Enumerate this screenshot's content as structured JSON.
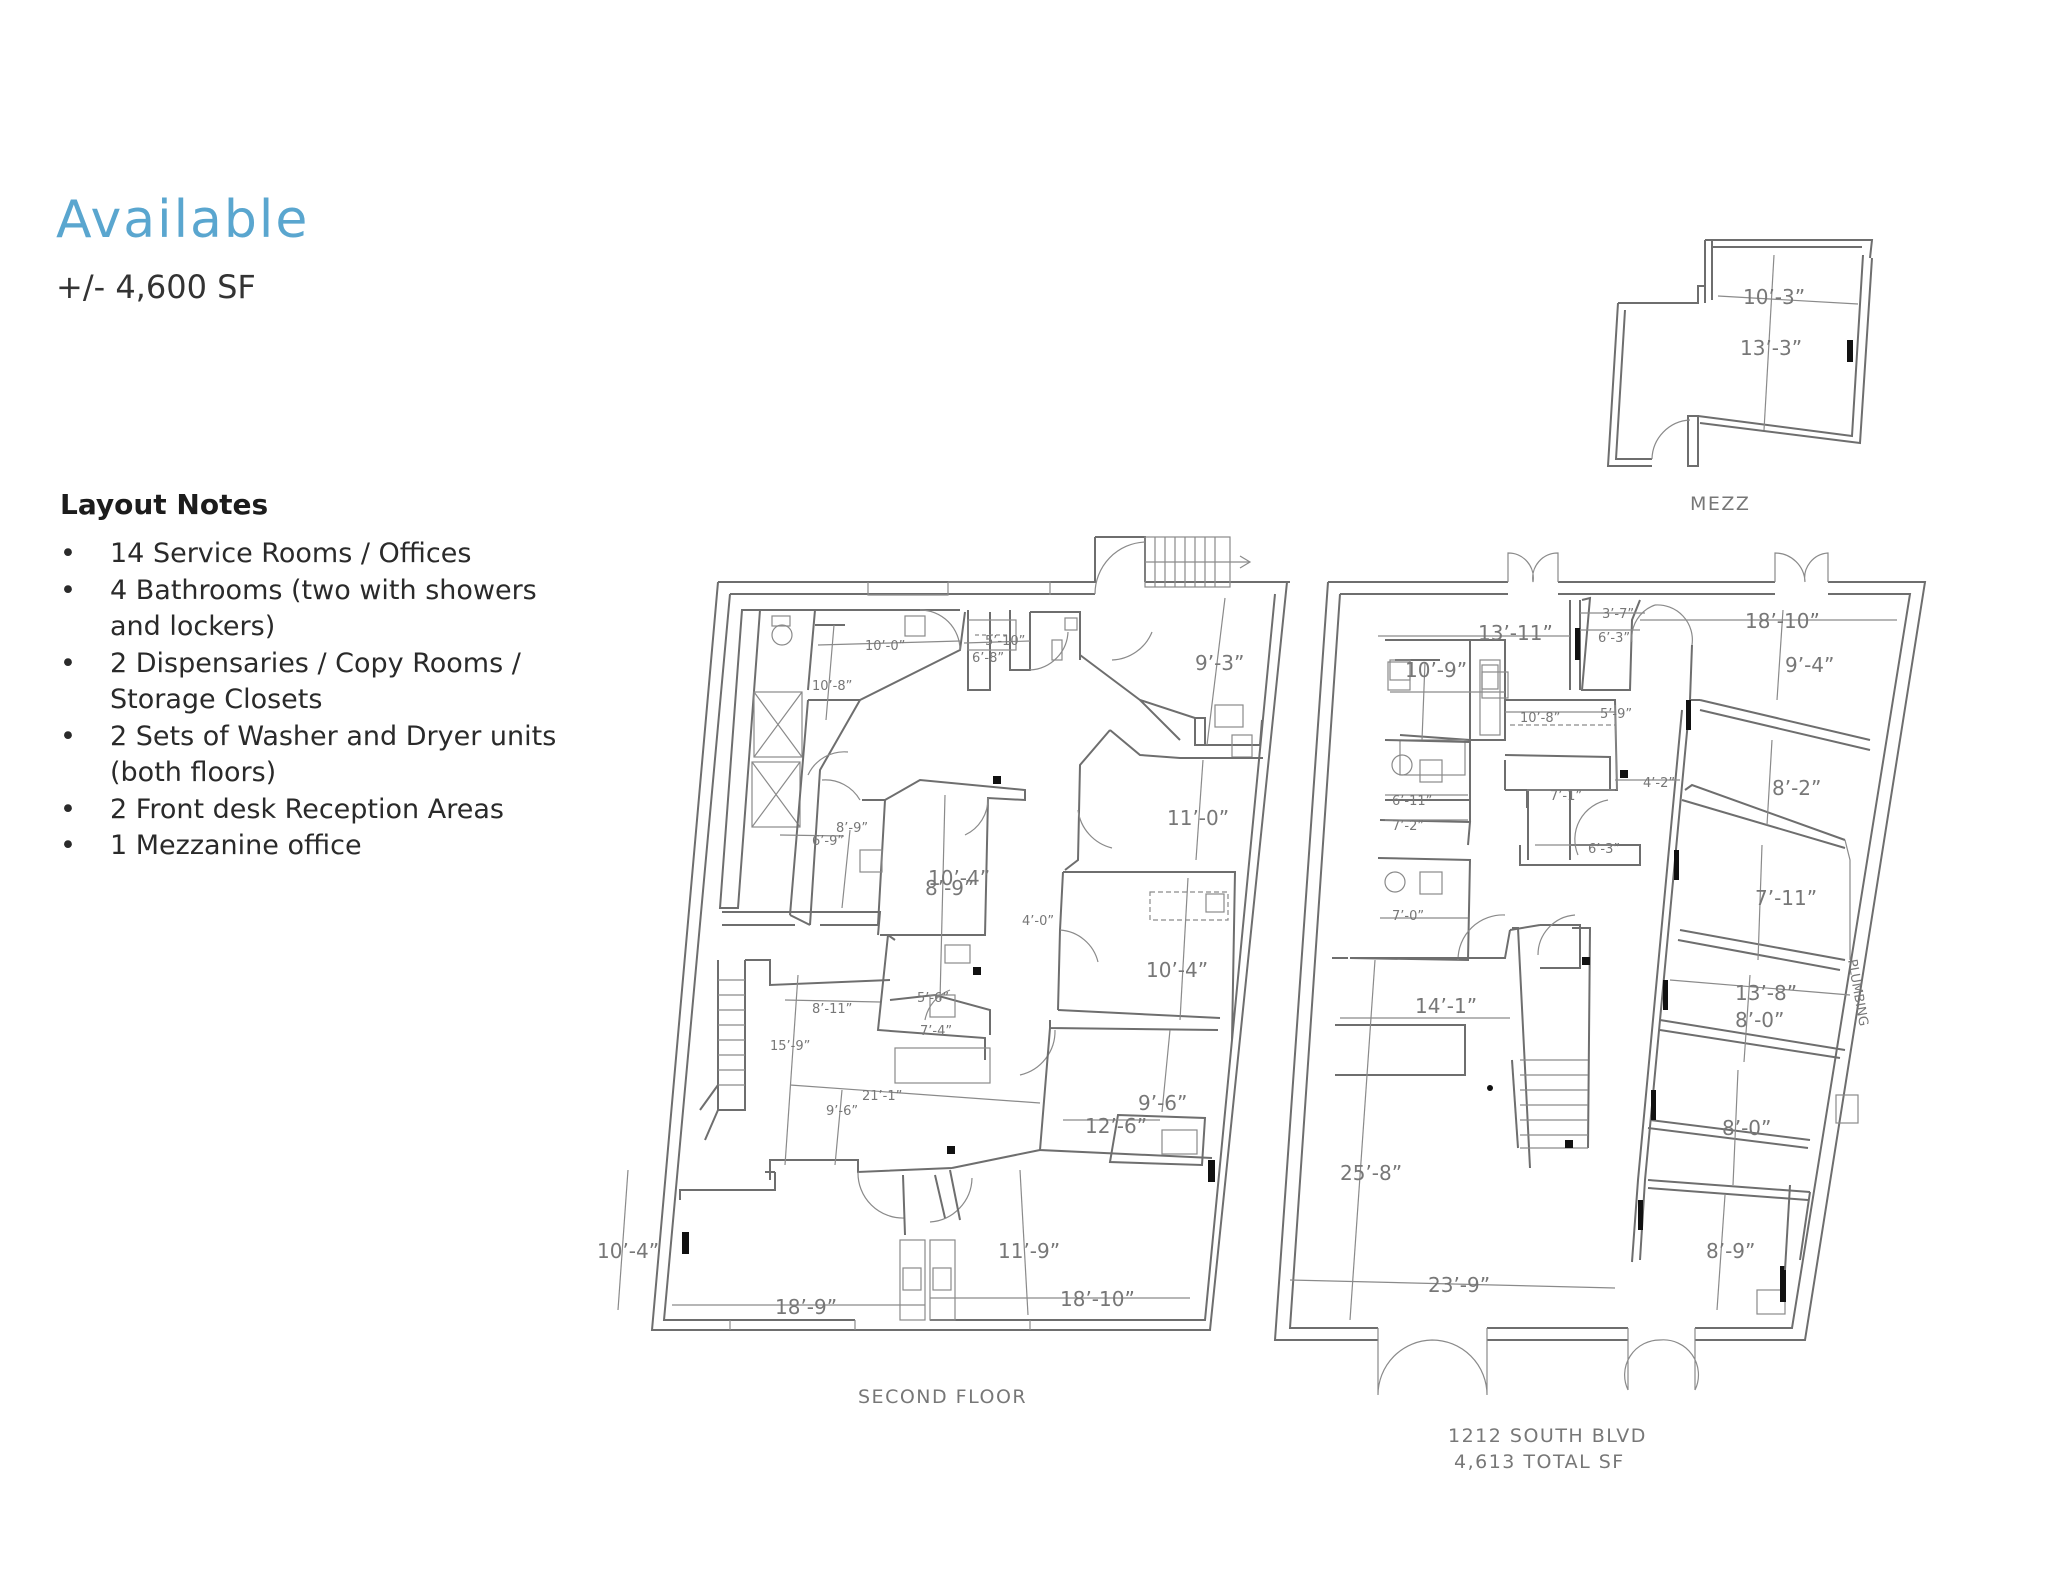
{
  "header": {
    "title": "Available",
    "subtitle": "+/- 4,600 SF"
  },
  "notes": {
    "heading": "Layout Notes",
    "items": [
      {
        "line1": "14 Service Rooms / Offices",
        "line2": ""
      },
      {
        "line1": "4 Bathrooms (two with showers",
        "line2": "and lockers)"
      },
      {
        "line1": "2 Dispensaries / Copy Rooms /",
        "line2": "Storage Closets"
      },
      {
        "line1": "2 Sets of Washer and Dryer units",
        "line2": "(both floors)"
      },
      {
        "line1": "2 Front desk Reception Areas",
        "line2": ""
      },
      {
        "line1": "1 Mezzanine office",
        "line2": ""
      }
    ]
  },
  "plans": {
    "mezz": {
      "caption": "MEZZ",
      "dims": [
        "10’-3”",
        "13’-3”"
      ]
    },
    "second_floor": {
      "caption": "SECOND FLOOR",
      "dims": [
        "10’-0”",
        "5’-10”",
        "6’-8”",
        "10’-8”",
        "9’-3”",
        "8’-9”",
        "6’-9”",
        "10’-4”",
        "8’-9”",
        "11’-0”",
        "4’-0”",
        "10’-4”",
        "8’-11”",
        "15’-9”",
        "5’-6”",
        "7’-4”",
        "21’-1”",
        "9’-6”",
        "9’-6”",
        "12’-6”",
        "10’-4”",
        "11’-9”",
        "18’-9”",
        "18’-10”"
      ]
    },
    "first_floor": {
      "caption_line1": "1212 SOUTH BLVD",
      "caption_line2": "4,613 TOTAL SF",
      "dims": [
        "13’-11”",
        "3’-7”",
        "6’-3”",
        "18’-10”",
        "10’-9”",
        "10’-8”",
        "5’-9”",
        "9’-4”",
        "6’-11”",
        "7’-1”",
        "4’-2”",
        "8’-2”",
        "7’-2”",
        "6’-3”",
        "7’-0”",
        "7’-11”",
        "14’-1”",
        "13’-8”",
        "8’-0”",
        "8’-0”",
        "25’-8”",
        "23’-9”",
        "8’-9”"
      ],
      "label_plumbing": "PLUMBING"
    }
  },
  "colors": {
    "title": "#5aa6cf",
    "walls": "#6e6e6e",
    "text": "#2a2a2a"
  }
}
